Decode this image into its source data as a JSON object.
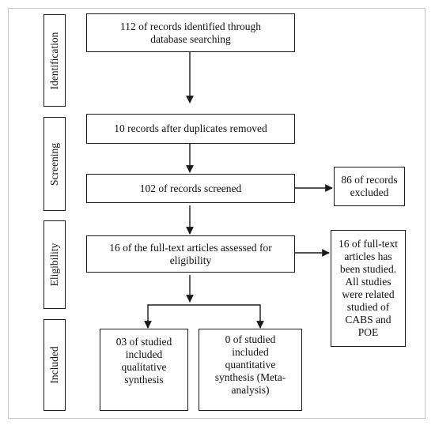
{
  "stages": {
    "identification": "Identification",
    "screening": "Screening",
    "eligibility": "Eligibility",
    "included": "Included"
  },
  "boxes": {
    "identified": "112 of records identified through database searching",
    "duplicates_removed": "10 records after duplicates removed",
    "screened": "102 of records screened",
    "excluded": "86 of records excluded",
    "fulltext_assessed": "16 of the full-text articles assessed for eligibility",
    "fulltext_studied": "16 of full-text articles has been studied. All studies were related studied of CABS and POE",
    "qualitative": "03 of studied included qualitative synthesis",
    "quantitative": "0 of studied included quantitative synthesis (Meta-analysis)"
  }
}
